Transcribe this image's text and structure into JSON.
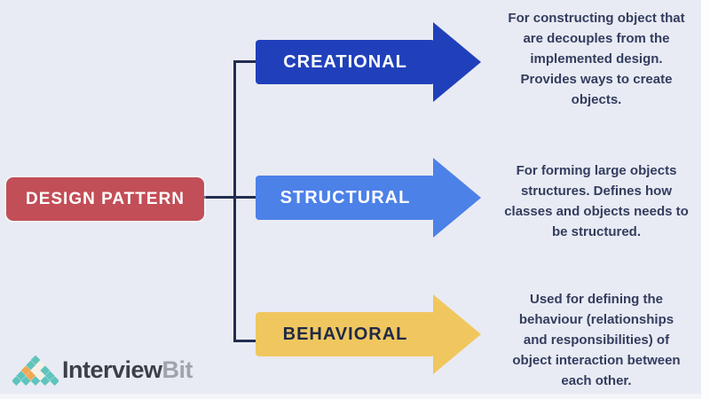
{
  "root": {
    "title": "DESIGN PATTERN",
    "color": "#c24e57",
    "label_color": "#ffffff"
  },
  "branches": [
    {
      "id": "creational",
      "label": "CREATIONAL",
      "arrow_color": "#2040bb",
      "label_color": "#ffffff",
      "description_lines": [
        "For constructing object that",
        "are decouples from the",
        "implemented design.",
        "Provides ways to create",
        "objects."
      ]
    },
    {
      "id": "structural",
      "label": "STRUCTURAL",
      "arrow_color": "#4c81e8",
      "label_color": "#ffffff",
      "description_lines": [
        "For forming large objects",
        "structures. Defines how",
        "classes and objects needs to",
        "be structured."
      ]
    },
    {
      "id": "behavioral",
      "label": "BEHAVIORAL",
      "arrow_color": "#f0c75f",
      "label_color": "#1f2947",
      "description_lines": [
        "Used for defining the",
        "behaviour (relationships",
        "and responsibilities) of",
        "object interaction between",
        "each other."
      ]
    }
  ],
  "colors": {
    "background": "#e9ebf4",
    "connector": "#232c50",
    "description_text": "#333d5e"
  },
  "logo": {
    "text_primary": "Interview",
    "text_secondary": "Bit",
    "palette": {
      "teal": "#5fc4bd",
      "orange": "#f0a851",
      "cream": "#f6f1e6"
    },
    "diamond_rows": [
      [
        "teal"
      ],
      [
        "teal",
        "cream"
      ],
      [
        "orange",
        "cream",
        "teal"
      ],
      [
        "teal",
        "orange",
        "cream",
        "teal"
      ],
      [
        "teal",
        "teal",
        "teal",
        "teal",
        "teal"
      ]
    ]
  }
}
